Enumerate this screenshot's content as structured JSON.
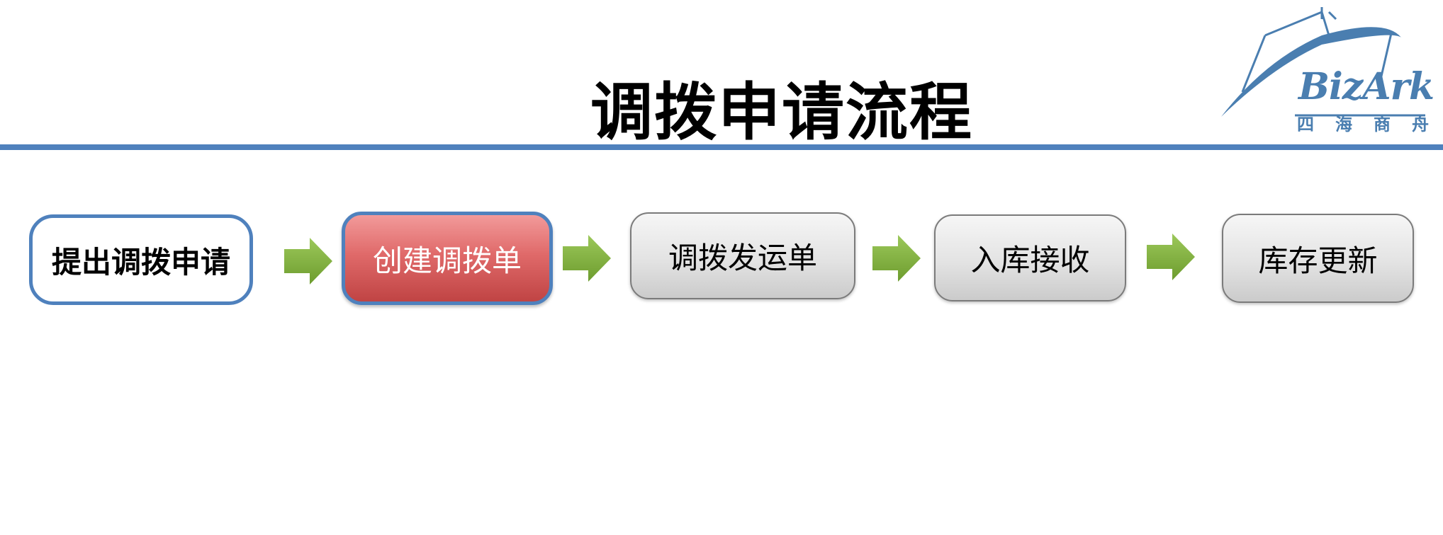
{
  "title": "调拨申请流程",
  "logo": {
    "name": "BizArk",
    "chars": [
      "四",
      "海",
      "商",
      "舟"
    ]
  },
  "colors": {
    "accent_blue": "#4f81bd",
    "active_red": "#d95656",
    "arrow_green": "#7fae3e",
    "pending_gray": "#dcdcdc"
  },
  "steps": [
    {
      "label": "提出调拨申请",
      "state": "current"
    },
    {
      "label": "创建调拨单",
      "state": "active"
    },
    {
      "label": "调拨发运单",
      "state": "pending"
    },
    {
      "label": "入库接收",
      "state": "pending"
    },
    {
      "label": "库存更新",
      "state": "pending"
    }
  ]
}
